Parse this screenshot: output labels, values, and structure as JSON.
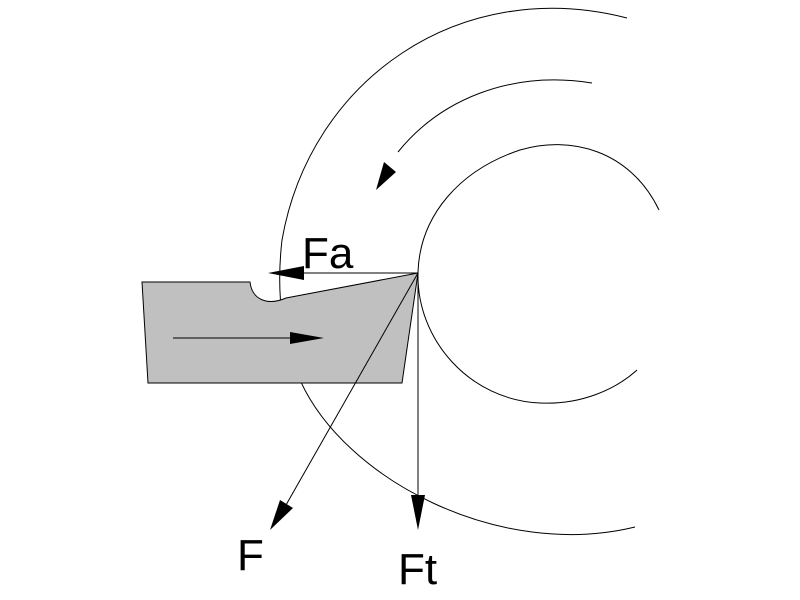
{
  "labels": {
    "fa": "Fa",
    "f": "F",
    "ft": "Ft"
  },
  "colors": {
    "line": "#000000",
    "tool_fill": "#c0c0c0",
    "background": "#ffffff"
  }
}
